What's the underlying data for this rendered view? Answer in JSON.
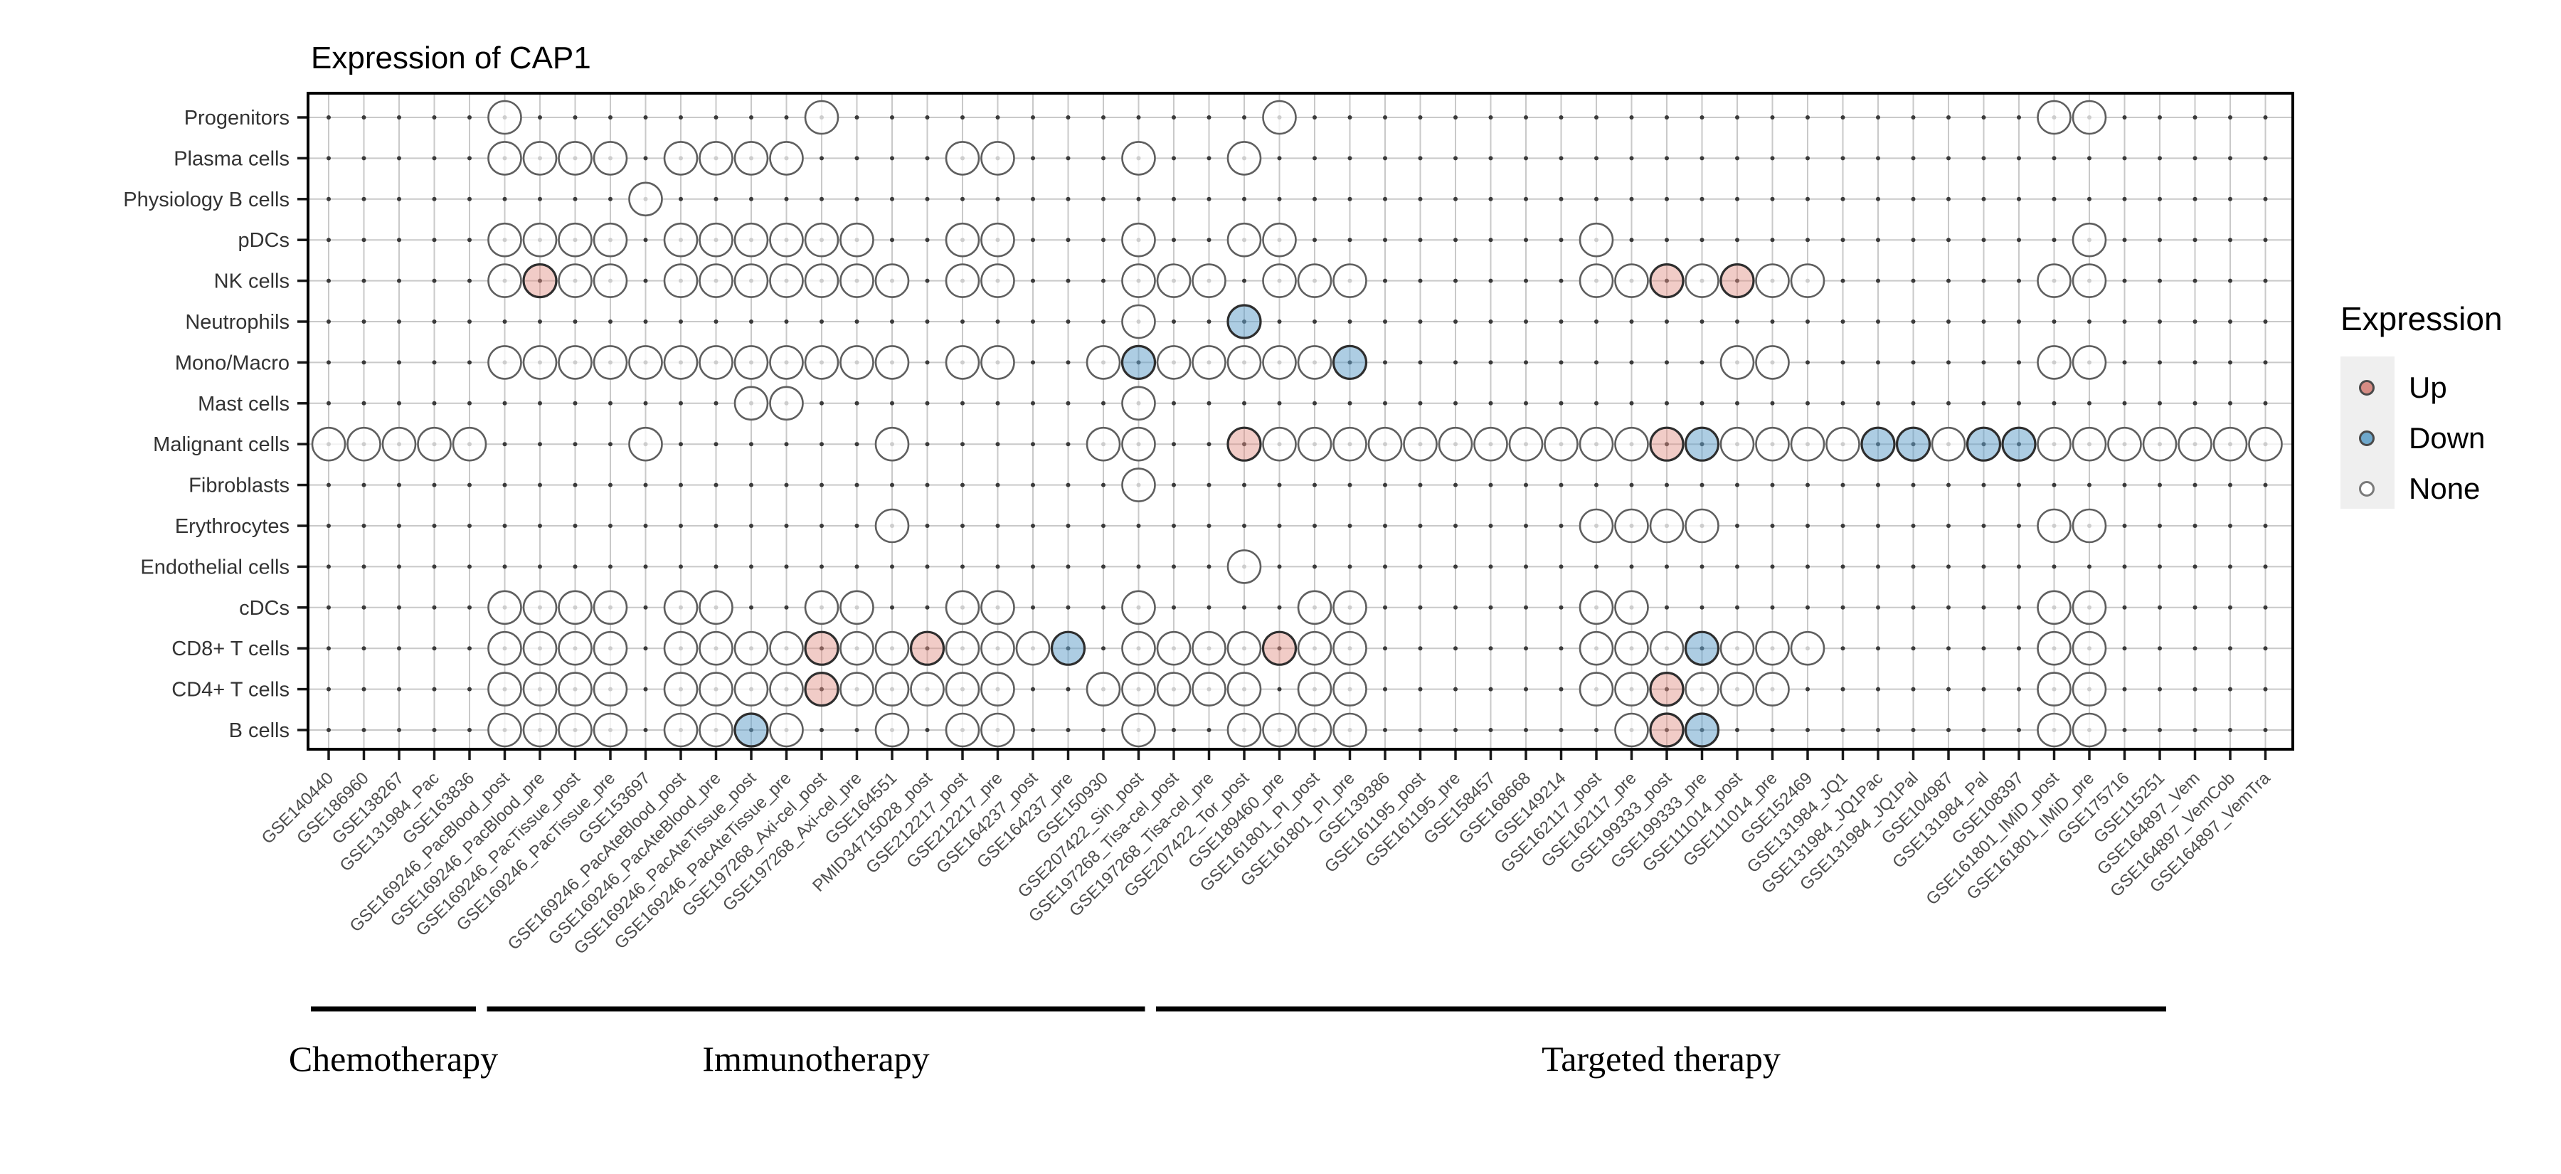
{
  "title": "Expression of CAP1",
  "legend": {
    "title": "Expression",
    "items": [
      {
        "label": "Up",
        "fill": "#d68c84",
        "stroke": "#4a4a4a"
      },
      {
        "label": "Down",
        "fill": "#6fa8cc",
        "stroke": "#4a4a4a"
      },
      {
        "label": "None",
        "fill": "#ffffff",
        "stroke": "#7a7a7a"
      }
    ]
  },
  "chart_data": {
    "type": "scatter",
    "subtype": "dot-status-matrix",
    "title": "Expression of CAP1",
    "legend_position": "right",
    "grid": true,
    "marker_colors": {
      "up_fill": "rgba(225,141,131,0.45)",
      "down_fill": "rgba(98,160,201,0.52)",
      "none_fill": "rgba(255,255,255,0.75)",
      "colored_stroke": "#2e2e2e",
      "none_stroke": "#5f5f5f",
      "gridline": "#c9c9c9",
      "grid_dot": "#3a3a3a",
      "panel_border": "#000000"
    },
    "rows": [
      "Progenitors",
      "Plasma cells",
      "Physiology B cells",
      "pDCs",
      "NK cells",
      "Neutrophils",
      "Mono/Macro",
      "Mast cells",
      "Malignant cells",
      "Fibroblasts",
      "Erythrocytes",
      "Endothelial cells",
      "cDCs",
      "CD8+ T cells",
      "CD4+ T cells",
      "B cells"
    ],
    "columns": [
      "GSE140440",
      "GSE186960",
      "GSE138267",
      "GSE131984_Pac",
      "GSE163836",
      "GSE169246_PacBlood_post",
      "GSE169246_PacBlood_pre",
      "GSE169246_PacTissue_post",
      "GSE169246_PacTissue_pre",
      "GSE153697",
      "GSE169246_PacAteBlood_post",
      "GSE169246_PacAteBlood_pre",
      "GSE169246_PacAteTissue_post",
      "GSE169246_PacAteTissue_pre",
      "GSE197268_Axi-cel_post",
      "GSE197268_Axi-cel_pre",
      "GSE164551",
      "PMID34715028_post",
      "GSE212217_post",
      "GSE212217_pre",
      "GSE164237_post",
      "GSE164237_pre",
      "GSE150930",
      "GSE207422_Sin_post",
      "GSE197268_Tisa-cel_post",
      "GSE197268_Tisa-cel_pre",
      "GSE207422_Tor_post",
      "GSE189460_pre",
      "GSE161801_PI_post",
      "GSE161801_PI_pre",
      "GSE139386",
      "GSE161195_post",
      "GSE161195_pre",
      "GSE158457",
      "GSE168668",
      "GSE149214",
      "GSE162117_post",
      "GSE162117_pre",
      "GSE199333_post",
      "GSE199333_pre",
      "GSE111014_post",
      "GSE111014_pre",
      "GSE152469",
      "GSE131984_JQ1",
      "GSE131984_JQ1Pac",
      "GSE131984_JQ1Pal",
      "GSE104987",
      "GSE131984_Pal",
      "GSE108397",
      "GSE161801_IMiD_post",
      "GSE161801_IMiD_pre",
      "GSE175716",
      "GSE115251",
      "GSE164897_Vem",
      "GSE164897_VemCob",
      "GSE164897_VemTra"
    ],
    "groups": [
      {
        "label": "Chemotherapy",
        "start": 1,
        "end": 5
      },
      {
        "label": "Immunotherapy",
        "start": 6,
        "end": 24
      },
      {
        "label": "Targeted therapy",
        "start": 25,
        "end": 53
      }
    ],
    "dots": {
      "Progenitors": {
        "none": [
          6,
          15,
          28,
          50,
          51
        ],
        "up": [],
        "down": []
      },
      "Plasma cells": {
        "none": [
          6,
          7,
          8,
          9,
          11,
          12,
          13,
          14,
          19,
          20,
          24,
          27
        ],
        "up": [],
        "down": []
      },
      "Physiology B cells": {
        "none": [
          10
        ],
        "up": [],
        "down": []
      },
      "pDCs": {
        "none": [
          6,
          7,
          8,
          9,
          11,
          12,
          13,
          14,
          15,
          16,
          19,
          20,
          24,
          27,
          28,
          37,
          51
        ],
        "up": [],
        "down": []
      },
      "NK cells": {
        "none": [
          6,
          8,
          9,
          11,
          12,
          13,
          14,
          15,
          16,
          17,
          19,
          20,
          24,
          25,
          26,
          28,
          29,
          30,
          37,
          38,
          40,
          42,
          43,
          50,
          51
        ],
        "up": [
          7,
          39,
          41
        ],
        "down": []
      },
      "Neutrophils": {
        "none": [
          24
        ],
        "up": [],
        "down": [
          27
        ]
      },
      "Mono/Macro": {
        "none": [
          6,
          7,
          8,
          9,
          10,
          11,
          12,
          13,
          14,
          15,
          16,
          17,
          19,
          20,
          23,
          25,
          26,
          27,
          28,
          29,
          41,
          42,
          50,
          51
        ],
        "up": [],
        "down": [
          24,
          30
        ]
      },
      "Mast cells": {
        "none": [
          13,
          14,
          24
        ],
        "up": [],
        "down": []
      },
      "Malignant cells": {
        "none": [
          1,
          2,
          3,
          4,
          5,
          10,
          17,
          23,
          24,
          28,
          29,
          30,
          31,
          32,
          33,
          34,
          35,
          36,
          37,
          38,
          41,
          42,
          43,
          44,
          47,
          50,
          51,
          52,
          53,
          54,
          55,
          56
        ],
        "up": [
          27,
          39
        ],
        "down": [
          40,
          45,
          46,
          48,
          49
        ]
      },
      "Fibroblasts": {
        "none": [
          24
        ],
        "up": [],
        "down": []
      },
      "Erythrocytes": {
        "none": [
          17,
          37,
          38,
          39,
          40,
          50,
          51
        ],
        "up": [],
        "down": []
      },
      "Endothelial cells": {
        "none": [
          27
        ],
        "up": [],
        "down": []
      },
      "cDCs": {
        "none": [
          6,
          7,
          8,
          9,
          11,
          12,
          15,
          16,
          19,
          20,
          24,
          29,
          30,
          37,
          38,
          50,
          51
        ],
        "up": [],
        "down": []
      },
      "CD8+ T cells": {
        "none": [
          6,
          7,
          8,
          9,
          11,
          12,
          13,
          14,
          16,
          17,
          19,
          20,
          21,
          24,
          25,
          26,
          27,
          29,
          30,
          37,
          38,
          39,
          41,
          42,
          43,
          50,
          51
        ],
        "up": [
          15,
          18,
          28
        ],
        "down": [
          22,
          40
        ]
      },
      "CD4+ T cells": {
        "none": [
          6,
          7,
          8,
          9,
          11,
          12,
          13,
          14,
          16,
          17,
          18,
          19,
          20,
          23,
          24,
          25,
          26,
          27,
          29,
          30,
          37,
          38,
          40,
          41,
          42,
          50,
          51
        ],
        "up": [
          15,
          39
        ],
        "down": []
      },
      "B cells": {
        "none": [
          6,
          7,
          8,
          9,
          11,
          12,
          14,
          17,
          19,
          20,
          24,
          27,
          28,
          29,
          30,
          38,
          50,
          51
        ],
        "up": [
          39
        ],
        "down": [
          13,
          40
        ]
      }
    }
  }
}
